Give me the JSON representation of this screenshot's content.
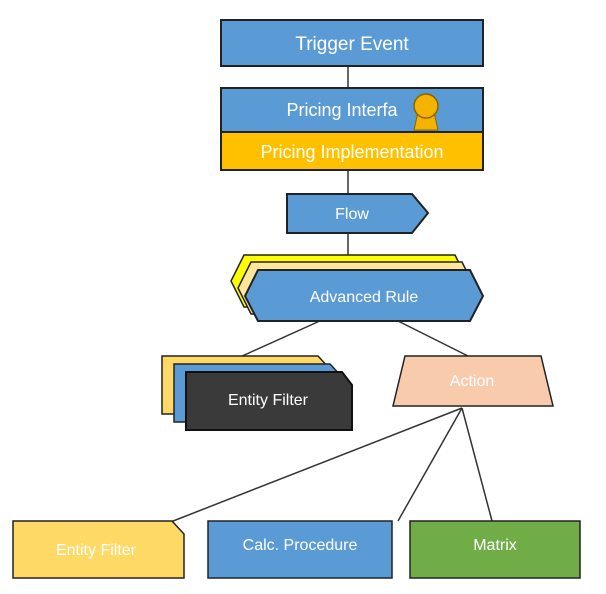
{
  "nodes": {
    "trigger_event": {
      "label": "Trigger Event",
      "fill": "#5b9bd5"
    },
    "pricing_interface": {
      "label": "Pricing Interfa",
      "fill": "#5b9bd5"
    },
    "pricing_implementation": {
      "label": "Pricing Implementation",
      "fill": "#ffc000"
    },
    "flow": {
      "label": "Flow",
      "fill": "#5b9bd5"
    },
    "advanced_rule": {
      "label": "Advanced Rule",
      "fill": "#5b9bd5"
    },
    "entity_filter_stack": {
      "label": "Entity Filter",
      "fill": "#3a3a3a"
    },
    "action": {
      "label": "Action",
      "fill": "#f8cbad"
    },
    "entity_filter": {
      "label": "Entity Filter",
      "fill": "#ffd966"
    },
    "calc_procedure": {
      "label": "Calc. Procedure",
      "fill": "#5b9bd5"
    },
    "matrix": {
      "label": "Matrix",
      "fill": "#70ad47"
    }
  },
  "colors": {
    "border": "#222222",
    "connector": "#333333",
    "yellow_layer": "#ffff00",
    "light_yellow_layer": "#ffe699",
    "lock_icon": "#f4b300"
  }
}
